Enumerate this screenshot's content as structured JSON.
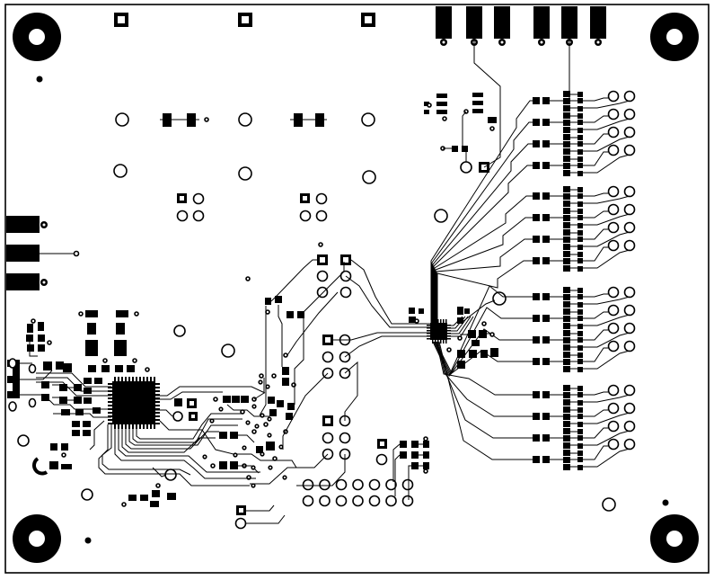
{
  "board": {
    "colors": {
      "background": "#ffffff",
      "copper": "#000000"
    },
    "layer": "bottom-copper",
    "mounting_holes": 4,
    "main_ics": 2
  }
}
